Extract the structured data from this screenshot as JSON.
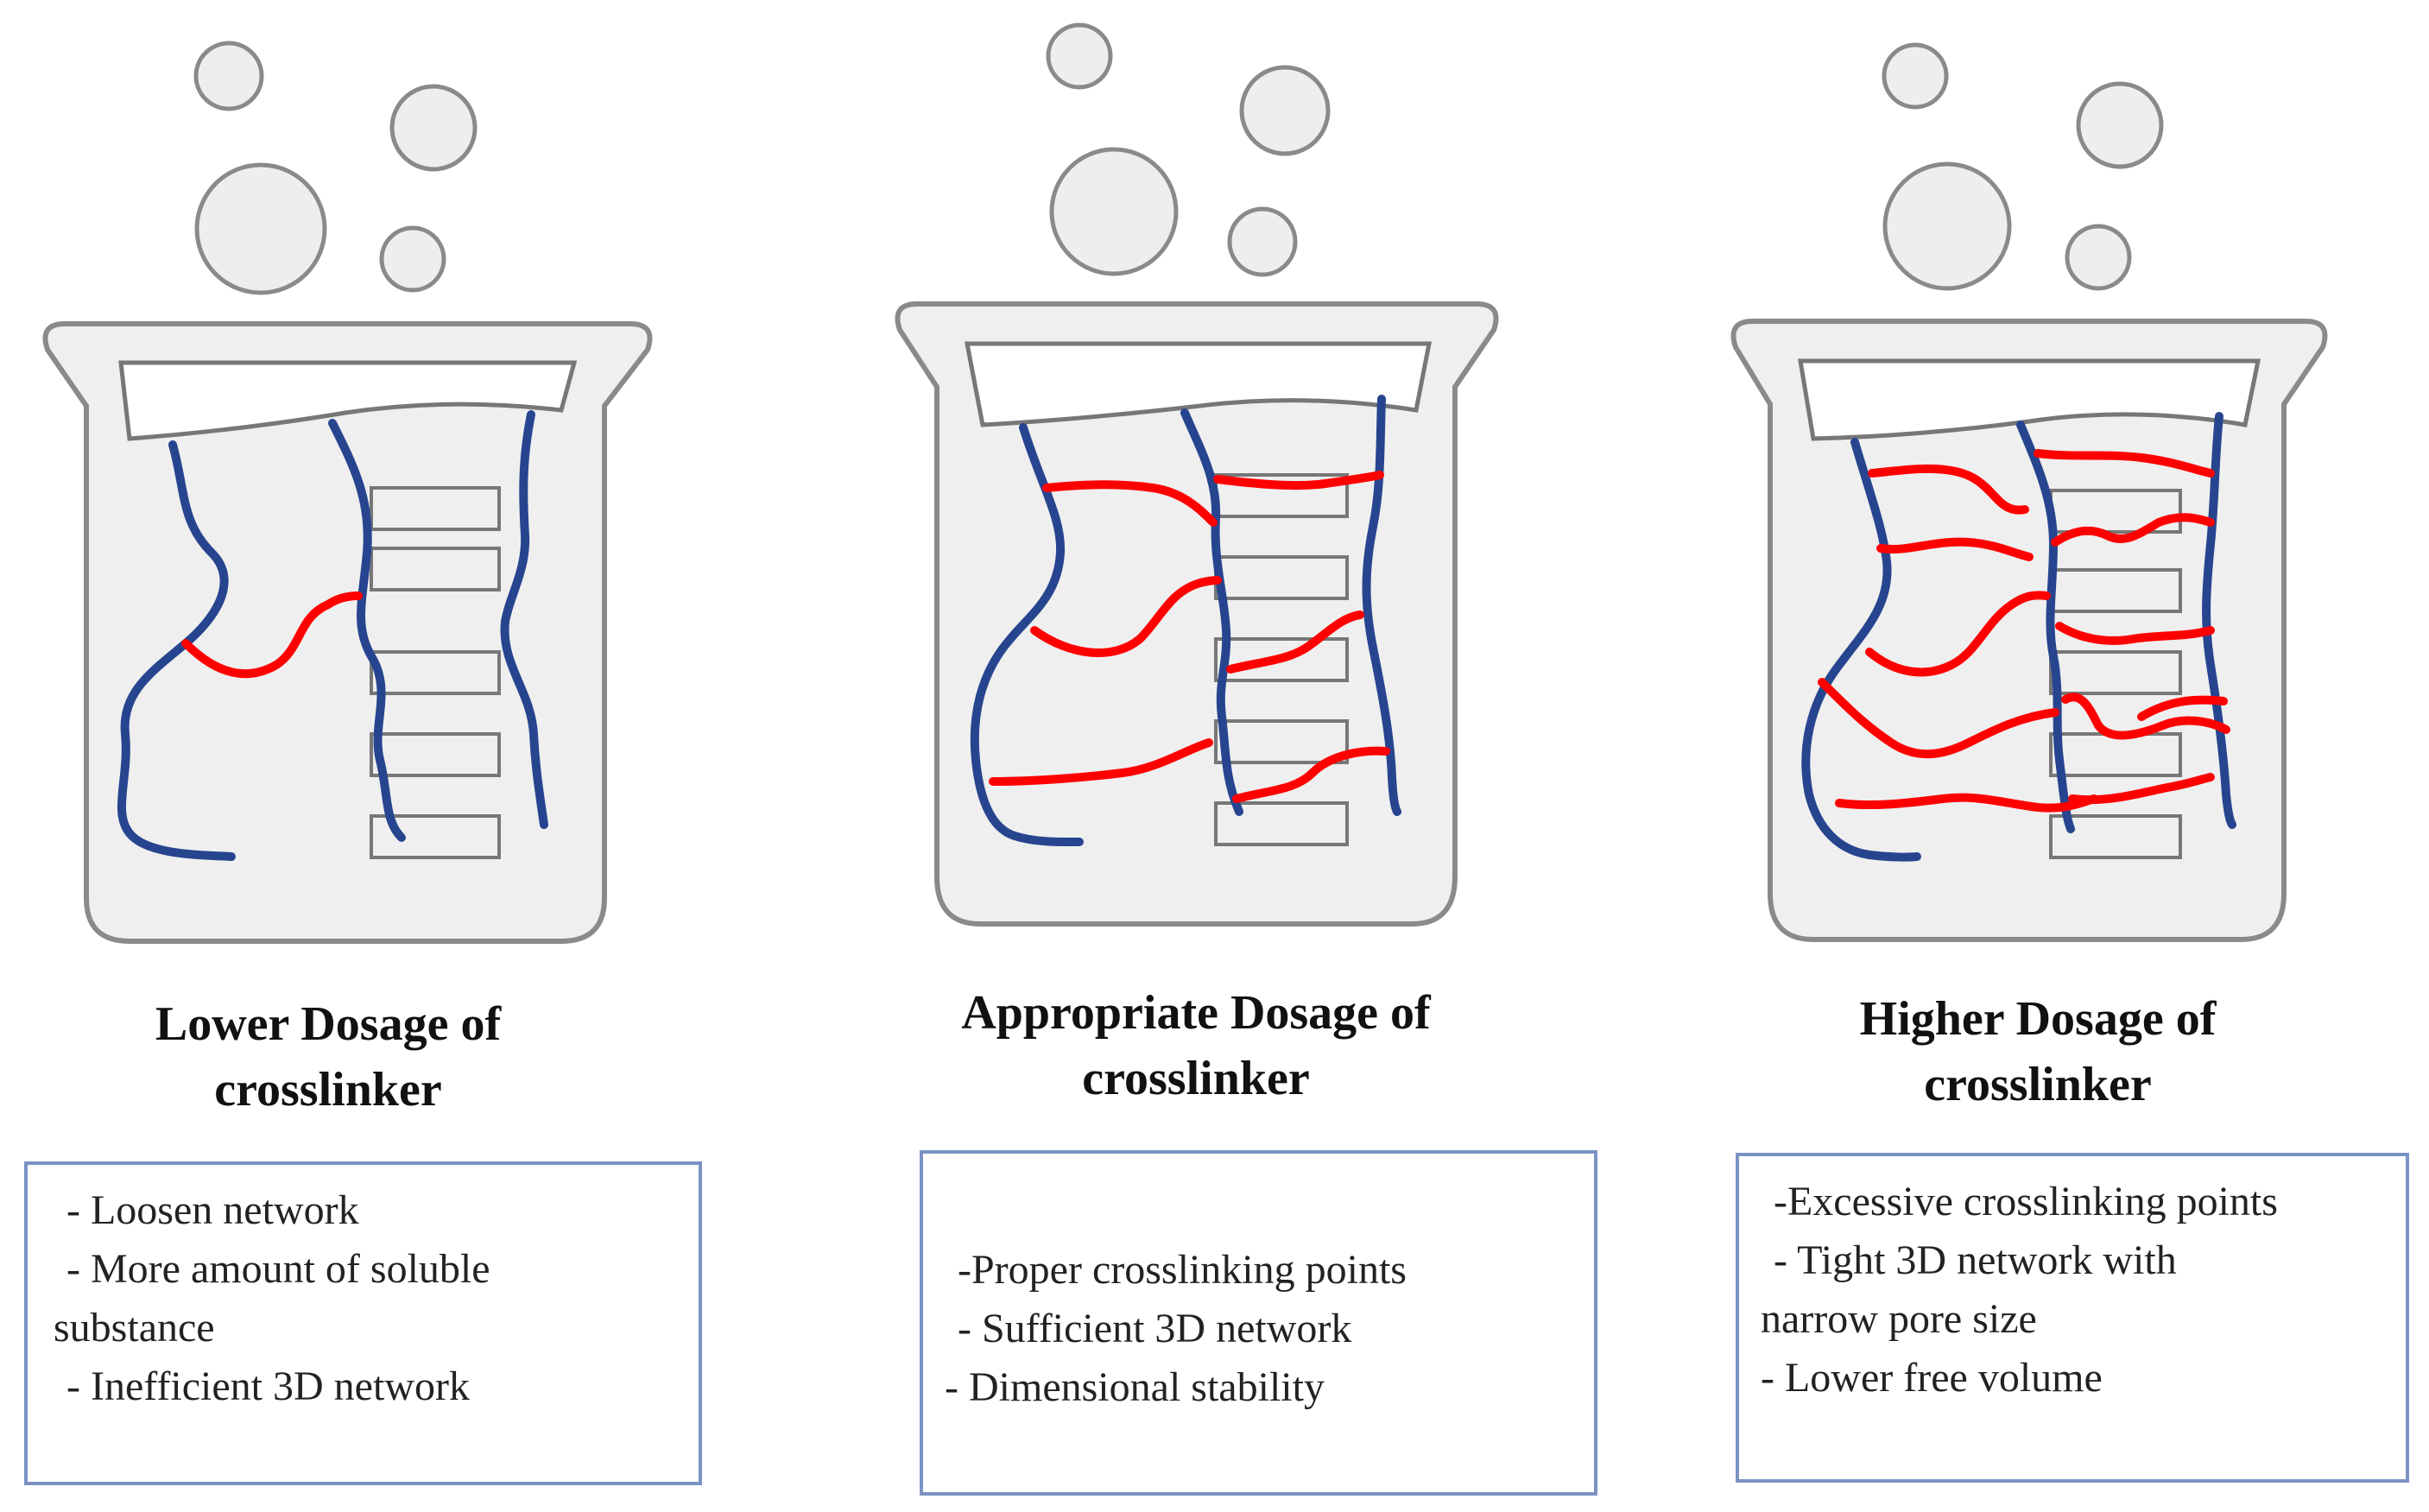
{
  "colors": {
    "polymer_chain": "#27458f",
    "crosslink": "#ff0000",
    "beaker_fill": "#efefef",
    "beaker_stroke": "#8a8a8a",
    "box_border": "#7b93c4"
  },
  "panels": [
    {
      "title_line1": "Lower Dosage of",
      "title_line2": "crosslinker",
      "notes": [
        "- Loosen network",
        "- More amount of soluble",
        "substance",
        "- Inefficient 3D network"
      ]
    },
    {
      "title_line1": "Appropriate Dosage of",
      "title_line2": "crosslinker",
      "notes": [
        "-Proper crosslinking points",
        "- Sufficient 3D network",
        "- Dimensional stability"
      ]
    },
    {
      "title_line1": "Higher Dosage of",
      "title_line2": "crosslinker",
      "notes": [
        "-Excessive crosslinking points",
        "- Tight 3D network with",
        "narrow pore size",
        "- Lower free volume"
      ]
    }
  ]
}
